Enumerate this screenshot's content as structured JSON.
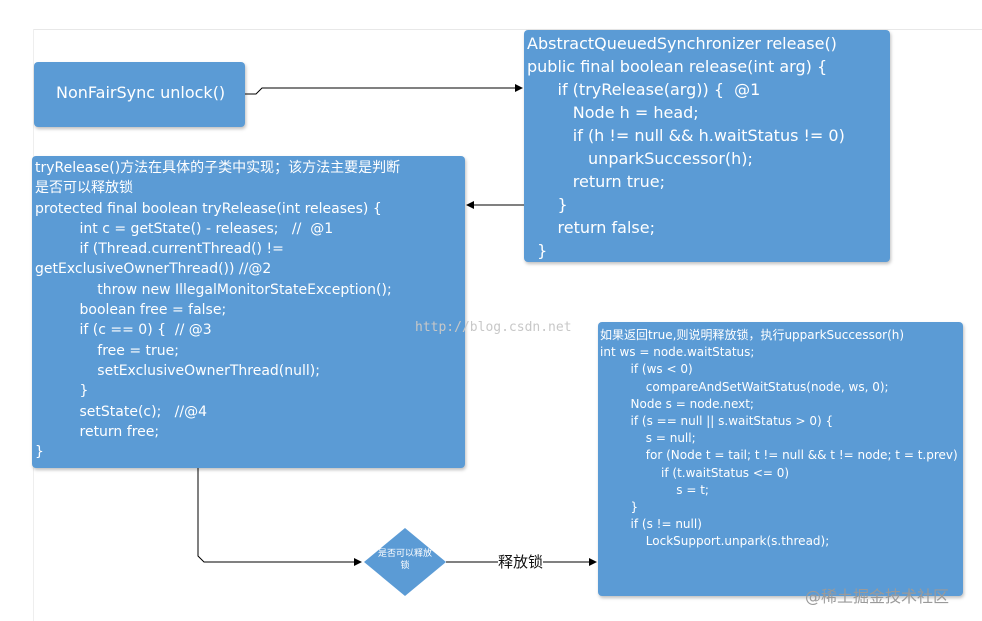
{
  "nodes": {
    "unlock": {
      "lines": [
        "NonFairSync unlock()"
      ]
    },
    "aqs_release": {
      "lines": [
        "AbstractQueuedSynchronizer release()",
        "public final boolean release(int arg) {",
        "      if (tryRelease(arg)) {  @1",
        "         Node h = head;",
        "         if (h != null && h.waitStatus != 0)",
        "            unparkSuccessor(h);",
        "         return true;",
        "      }",
        "      return false;",
        "  }"
      ]
    },
    "try_release": {
      "lines": [
        "tryRelease()方法在具体的子类中实现；该方法主要是判断",
        "是否可以释放锁",
        "protected final boolean tryRelease(int releases) {",
        "          int c = getState() - releases;   //  @1",
        "          if (Thread.currentThread() !=",
        "getExclusiveOwnerThread()) //@2",
        "              throw new IllegalMonitorStateException();",
        "          boolean free = false;",
        "          if (c == 0) {  // @3",
        "              free = true;",
        "              setExclusiveOwnerThread(null);",
        "          }",
        "          setState(c);   //@4",
        "          return free;",
        "}"
      ]
    },
    "unpark_successor": {
      "lines": [
        "如果返回true,则说明释放锁，执行upparkSuccessor(h)",
        "int ws = node.waitStatus;",
        "        if (ws < 0)",
        "            compareAndSetWaitStatus(node, ws, 0);",
        "        Node s = node.next;",
        "        if (s == null || s.waitStatus > 0) {",
        "            s = null;",
        "            for (Node t = tail; t != null && t != node; t = t.prev)",
        "                if (t.waitStatus <= 0)",
        "                    s = t;",
        "        }",
        "        if (s != null)",
        "            LockSupport.unpark(s.thread);"
      ]
    },
    "decision": {
      "lines": [
        "是否可以释放",
        "锁"
      ]
    }
  },
  "edges": {
    "release_label": "释放锁"
  },
  "watermarks": {
    "url": "http://blog.csdn.net",
    "juejin": "@稀土掘金技术社区"
  },
  "colors": {
    "box_fill": "#5b9bd5",
    "box_text": "#ffffff",
    "connector": "#000000"
  }
}
